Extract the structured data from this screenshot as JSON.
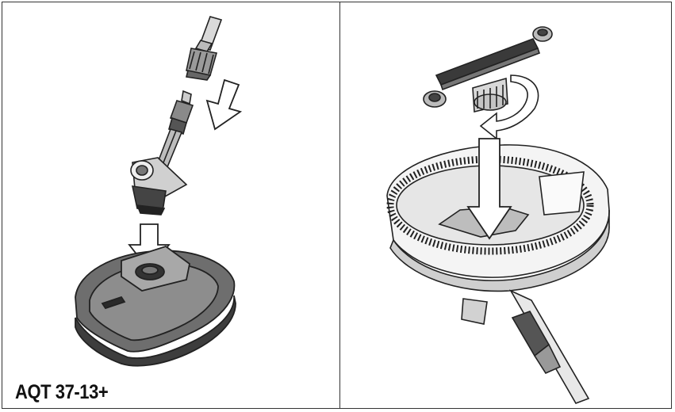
{
  "figure": {
    "model_label": "AQT 37-13+",
    "left_panel": {
      "illustration": "lance-attachment-to-surface-cleaner"
    },
    "right_panel": {
      "illustration": "brush-bar-insertion-into-cleaner-housing"
    }
  }
}
